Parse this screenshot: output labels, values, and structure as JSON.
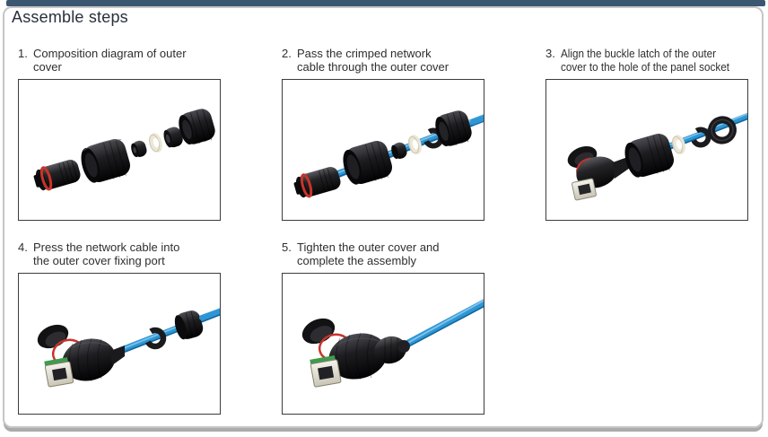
{
  "header": {
    "title": "Assemble steps"
  },
  "theme": {
    "top_bar_color": "#3A5671",
    "shadow_bar_color": "#ABABAB",
    "frame_border_color": "#C6C6C6",
    "title_color": "#27303C",
    "text_color": "#2E2E2E",
    "photo_border_color": "#3C3C3C",
    "cable_blue": "#2E96D5",
    "o_ring_red": "#C8342A",
    "part_black": "#1D1D1F",
    "rj45_port_beige": "#E8E4D9",
    "pcb_green": "#3E9C4E"
  },
  "steps": [
    {
      "num": "1.",
      "line1": "Composition diagram of outer",
      "line2": "cover",
      "text": "Composition diagram of outer cover",
      "image": "exploded-outer-cover-photo"
    },
    {
      "num": "2.",
      "line1": "Pass the crimped network",
      "line2": "cable through the outer cover",
      "text": "Pass the crimped network cable through the outer cover",
      "image": "cable-through-outer-cover-photo"
    },
    {
      "num": "3.",
      "line1": "Align the buckle latch of the outer",
      "line2": "cover to the hole of the panel socket",
      "text": "Align the buckle latch of the outer cover to the hole of the panel socket",
      "image": "align-buckle-latch-photo"
    },
    {
      "num": "4.",
      "line1": "Press the network cable into",
      "line2": "the outer cover fixing port",
      "text": "Press the network cable into the outer cover fixing port",
      "image": "press-cable-into-fixing-port-photo"
    },
    {
      "num": "5.",
      "line1": "Tighten the outer cover and",
      "line2": "complete the assembly",
      "text": "Tighten the outer cover and complete the assembly",
      "image": "complete-assembly-photo"
    }
  ]
}
